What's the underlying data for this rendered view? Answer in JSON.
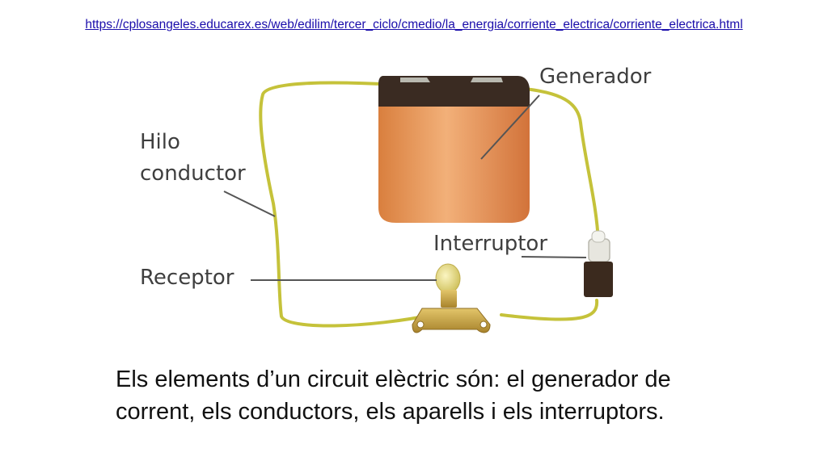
{
  "source_url": "https://cplosangeles.educarex.es/web/edilim/tercer_ciclo/cmedio/la_energia/corriente_electrica/corriente_electrica.html",
  "figure": {
    "labels": {
      "generador": "Generador",
      "hilo_line1": "Hilo",
      "hilo_line2": "conductor",
      "interruptor": "Interruptor",
      "receptor": "Receptor"
    },
    "colors": {
      "wire": "#c5c23a",
      "battery_body": "#e89a5a",
      "battery_top": "#3a2b22",
      "bulb": "#d9d07a",
      "switch_body": "#3b2a1e"
    }
  },
  "caption": "Els elements d’un circuit elèctric són: el generador de corrent, els conductors, els aparells i els interruptors."
}
